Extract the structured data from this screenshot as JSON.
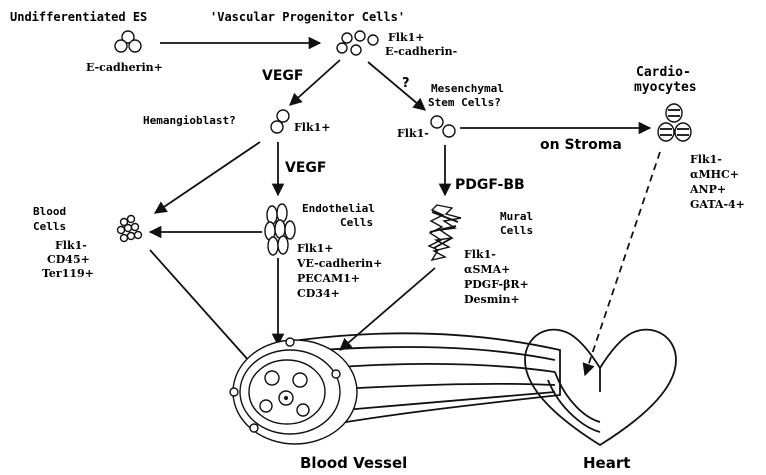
{
  "labels": {
    "undiff_es": "Undifferentiated ES",
    "vpc_title": "'Vascular Progenitor Cells'",
    "ecad_plus": "E-cadherin+",
    "vpc_flk1": "Flk1+",
    "vpc_ecad": "E-cadherin-",
    "vegf_1": "VEGF",
    "question": "?",
    "hemangioblast": "Hemangioblast?",
    "hemangio_flk1": "Flk1+",
    "mesenchymal": "Mesenchymal",
    "stem_cells": "Stem Cells?",
    "mesen_flk1": "Flk1-",
    "on_stroma": "on Stroma",
    "cardio_1": "Cardio-",
    "cardio_2": "myocytes",
    "cardio_markers": [
      "Flk1-",
      "αMHC+",
      "ANP+",
      "GATA-4+"
    ],
    "vegf_2": "VEGF",
    "pdgf": "PDGF-BB",
    "blood_1": "Blood",
    "blood_2": "Cells",
    "blood_markers": [
      "Flk1-",
      "CD45+",
      "Ter119+"
    ],
    "endo_1": "Endothelial",
    "endo_2": "Cells",
    "endo_markers": [
      "Flk1+",
      "VE-cadherin+",
      "PECAM1+",
      "CD34+"
    ],
    "mural_1": "Mural",
    "mural_2": "Cells",
    "mural_markers": [
      "Flk1-",
      "αSMA+",
      "PDGF-βR+",
      "Desmin+"
    ],
    "blood_vessel": "Blood Vessel",
    "heart": "Heart"
  }
}
